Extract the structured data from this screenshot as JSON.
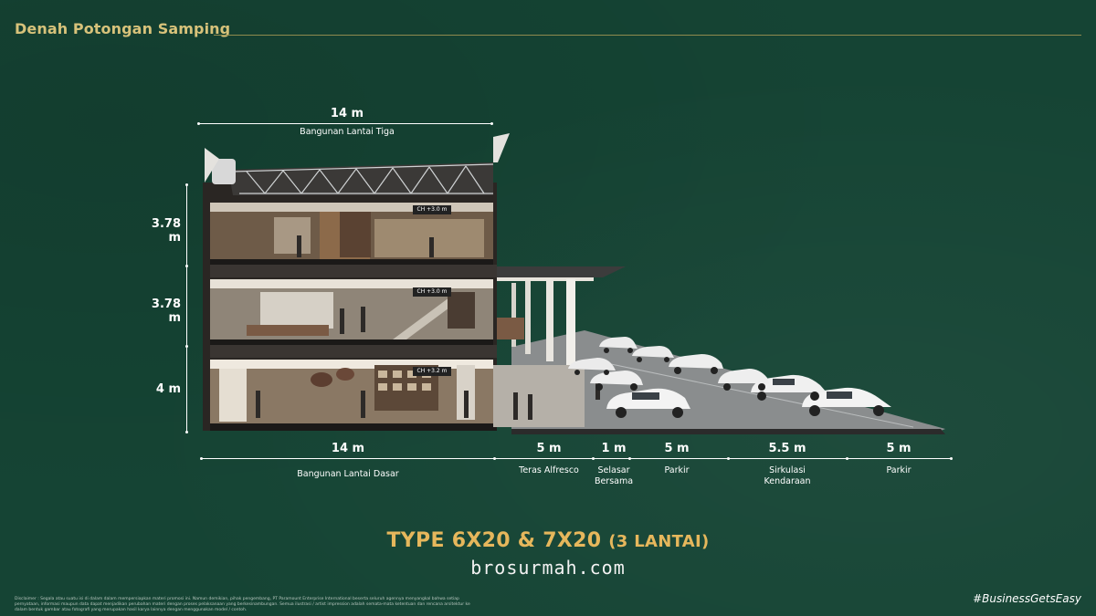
{
  "page_title": "Denah Potongan Samping",
  "top_dimension": {
    "value": "14 m",
    "label": "Bangunan Lantai Tiga"
  },
  "floor_heights": [
    "3.78 m",
    "3.78 m",
    "4 m"
  ],
  "ceiling_tags": [
    "CH +3.0 m",
    "CH +3.0 m",
    "CH +3.2 m"
  ],
  "bottom_dimensions": [
    {
      "value": "14 m",
      "label": "Bangunan Lantai Dasar"
    },
    {
      "value": "5 m",
      "label": "Teras Alfresco"
    },
    {
      "value": "1 m",
      "label": "Selasar Bersama"
    },
    {
      "value": "5 m",
      "label": "Parkir"
    },
    {
      "value": "5.5 m",
      "label": "Sirkulasi Kendaraan"
    },
    {
      "value": "5 m",
      "label": "Parkir"
    }
  ],
  "type_title": {
    "main": "TYPE 6X20 & 7X20",
    "suffix": "(3 LANTAI)"
  },
  "watermark": "brosurmah.com",
  "disclaimer": "Disclaimer : Segala atau suatu isi di dalam dalam mempersiapkan materi promosi ini. Namun demikian, pihak pengembang, PT Paramount Enterprise International beserta seluruh agennya menyangkal bahwa setiap pernyataan, informasi maupun data dapat menjadikan perubahan materi dengan proses pelaksanaan yang berkesinambungan. Semua ilustrasi / artist impression adalah semata-mata ketentuan dan rencana arsitektur ke dalam bentuk gambar atau fotografi yang merupakan hasil karya lainnya dengan menggunakan model / contoh.",
  "hashtag": "#BusinessGetsEasy",
  "colors": {
    "background": "#154434",
    "title": "#d7c27a",
    "type_title": "#e6b75c"
  }
}
